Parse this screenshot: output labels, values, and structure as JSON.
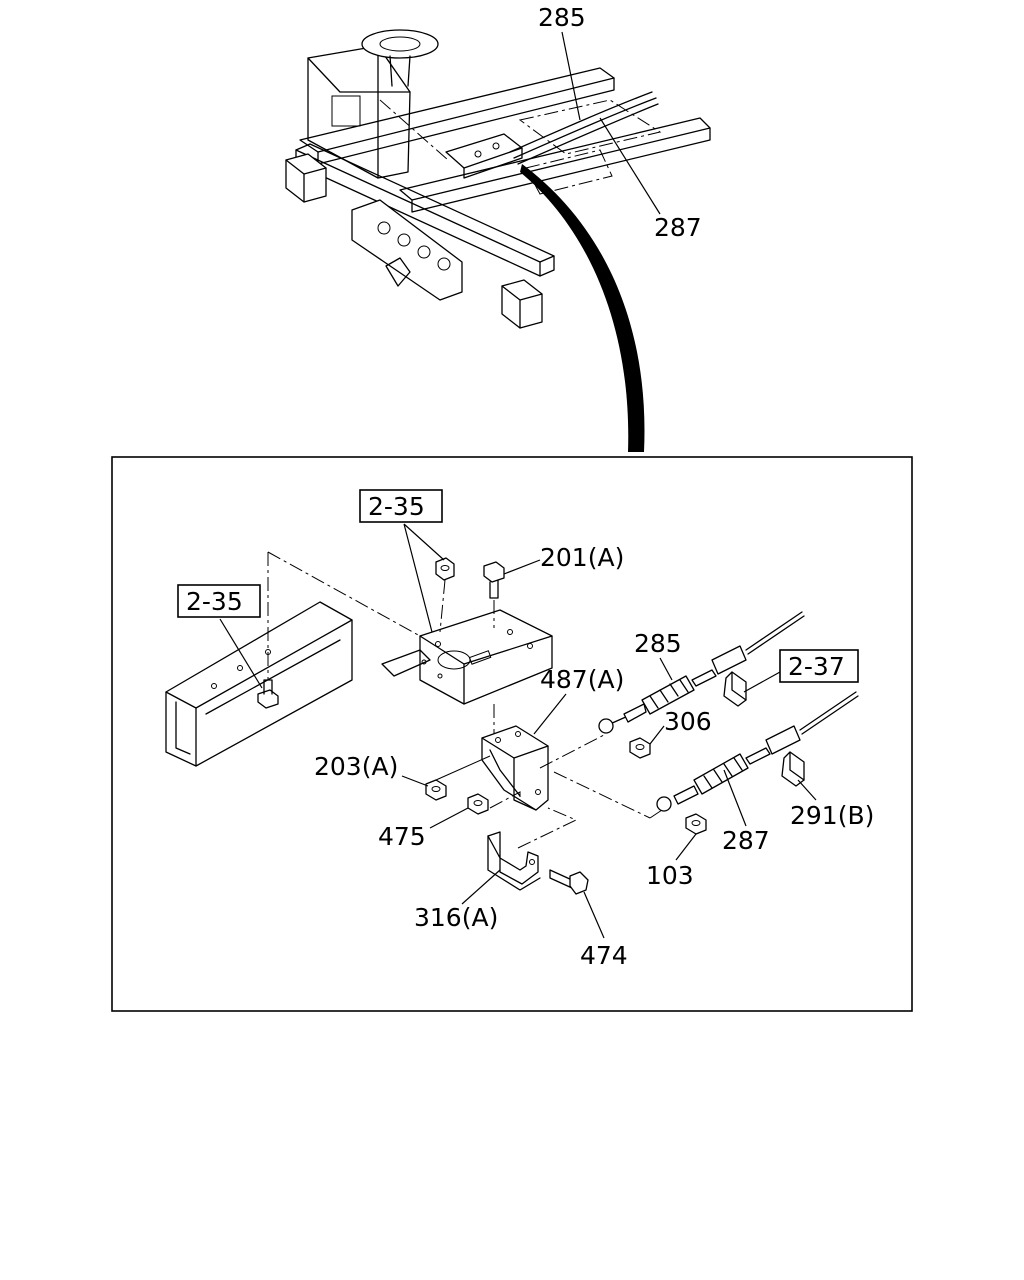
{
  "overview_labels": {
    "cable_285": "285",
    "cable_287": "287"
  },
  "detail_labels": {
    "ref_2_35_top": "2-35",
    "ref_2_35_left": "2-35",
    "ref_2_37": "2-37",
    "bolt_201a": "201(A)",
    "cable_285": "285",
    "bracket_487a": "487(A)",
    "nut_306": "306",
    "nut_203a": "203(A)",
    "nut_475": "475",
    "clip_291b": "291(B)",
    "cable_287": "287",
    "nut_103": "103",
    "bracket_316a": "316(A)",
    "bolt_474": "474"
  }
}
